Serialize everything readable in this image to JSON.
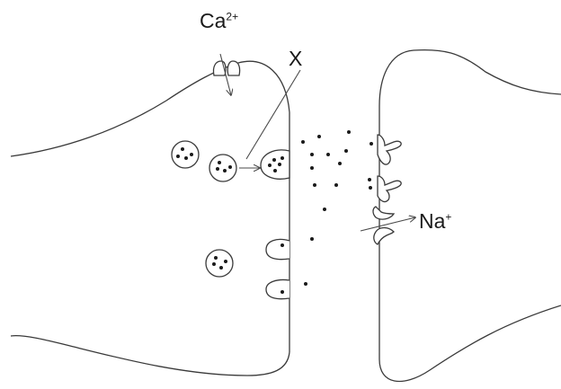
{
  "labels": {
    "calcium": "Ca",
    "calcium_charge": "2+",
    "x": "X",
    "sodium": "Na",
    "sodium_charge": "+"
  },
  "colors": {
    "stroke": "#3a3a3a",
    "vesicle_dot": "#1a1a1a",
    "background": "#ffffff"
  }
}
